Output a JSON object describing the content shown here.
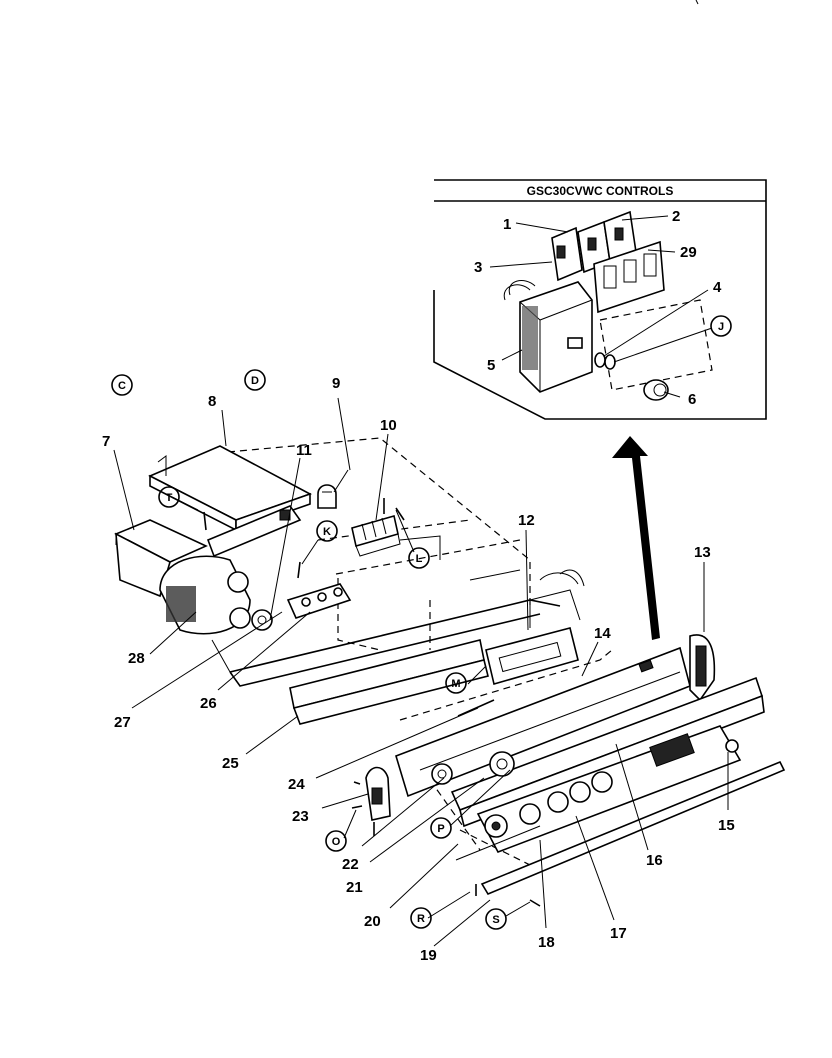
{
  "inset": {
    "title": "GSC30CVWC CONTROLS"
  },
  "part_numbers": {
    "p1": "1",
    "p2": "2",
    "p3": "3",
    "p4": "4",
    "p5": "5",
    "p6": "6",
    "p7": "7",
    "p8": "8",
    "p9": "9",
    "p10": "10",
    "p11": "11",
    "p12": "12",
    "p13": "13",
    "p14": "14",
    "p15": "15",
    "p16": "16",
    "p17": "17",
    "p18": "18",
    "p19": "19",
    "p20": "20",
    "p21": "21",
    "p22": "22",
    "p23": "23",
    "p24": "24",
    "p25": "25",
    "p26": "26",
    "p27": "27",
    "p28": "28",
    "p29": "29"
  },
  "callouts": {
    "c": "C",
    "d": "D",
    "j": "J",
    "k": "K",
    "l": "L",
    "m": "M",
    "o": "O",
    "p": "P",
    "r": "R",
    "s": "S",
    "t": "T"
  }
}
